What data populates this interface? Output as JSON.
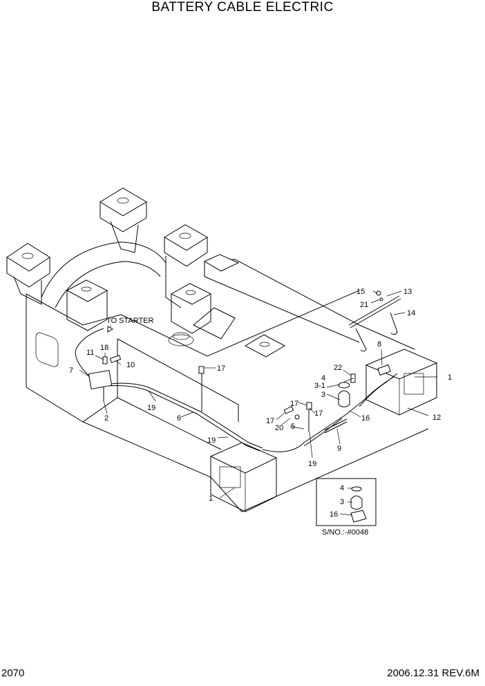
{
  "title": "BATTERY CABLE ELECTRIC",
  "page_number": "2070",
  "date_revision": "2006.12.31  REV.6M",
  "annotation_to_starter": "TO STARTER",
  "inset_serial": "S/NO.:-#0048",
  "part_labels": {
    "p1a": "1",
    "p1b": "1",
    "p2": "2",
    "p3a": "3",
    "p3b": "3",
    "p3_1": "3-1",
    "p4a": "4",
    "p4b": "4",
    "p5": "5",
    "p6": "6",
    "p7": "7",
    "p8": "8",
    "p9": "9",
    "p10": "10",
    "p11": "11",
    "p12": "12",
    "p13": "13",
    "p14": "14",
    "p15": "15",
    "p16a": "16",
    "p16b": "16",
    "p17a": "17",
    "p17b": "17",
    "p17c": "17",
    "p17d": "17",
    "p18": "18",
    "p19a": "19",
    "p19b": "19",
    "p19c": "19",
    "p20": "20",
    "p21": "21",
    "p22": "22"
  }
}
